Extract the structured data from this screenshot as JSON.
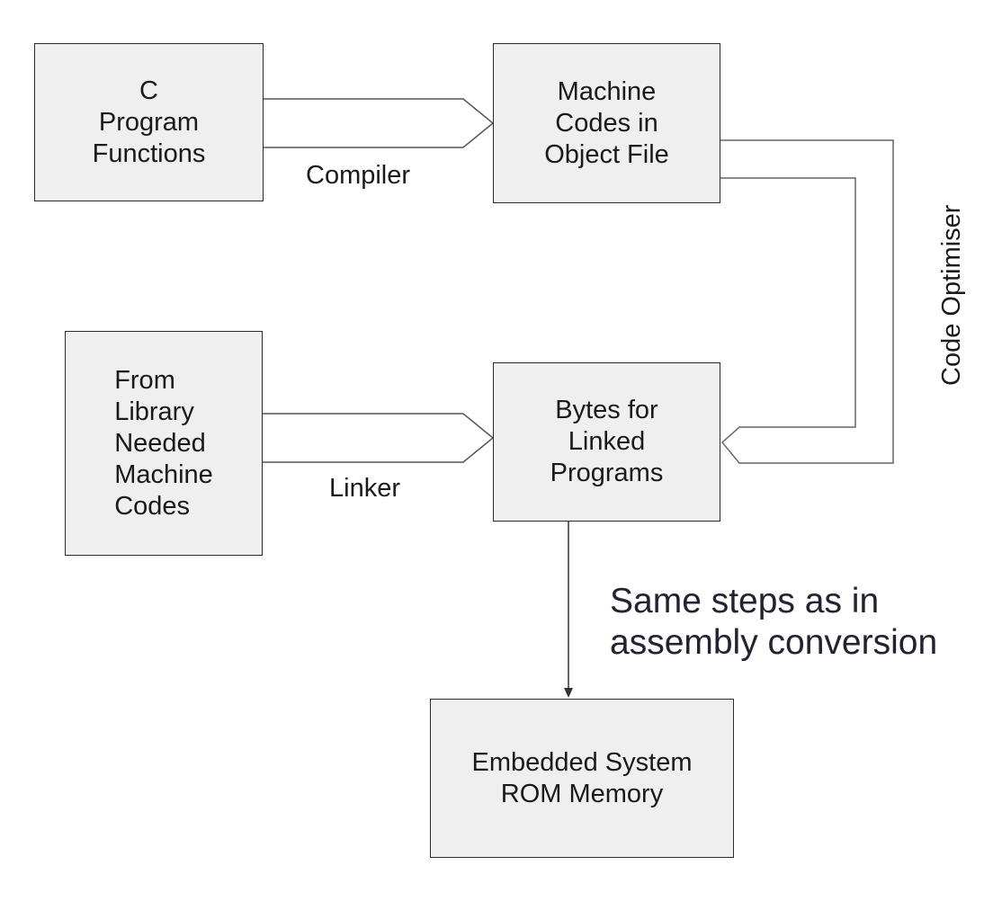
{
  "boxes": {
    "c_program": "C\nProgram\nFunctions",
    "object_file": "Machine\nCodes in\nObject File",
    "library": "From\nLibrary\nNeeded\nMachine\nCodes",
    "linked": "Bytes for\nLinked\nPrograms",
    "rom": "Embedded System\nROM Memory"
  },
  "labels": {
    "compiler": "Compiler",
    "linker": "Linker",
    "optimiser": "Code Optimiser"
  },
  "note": "Same steps as in\nassembly conversion",
  "colors": {
    "box_fill": "#efefef",
    "stroke": "#2b2b2b",
    "arrow_stroke": "#555555"
  }
}
